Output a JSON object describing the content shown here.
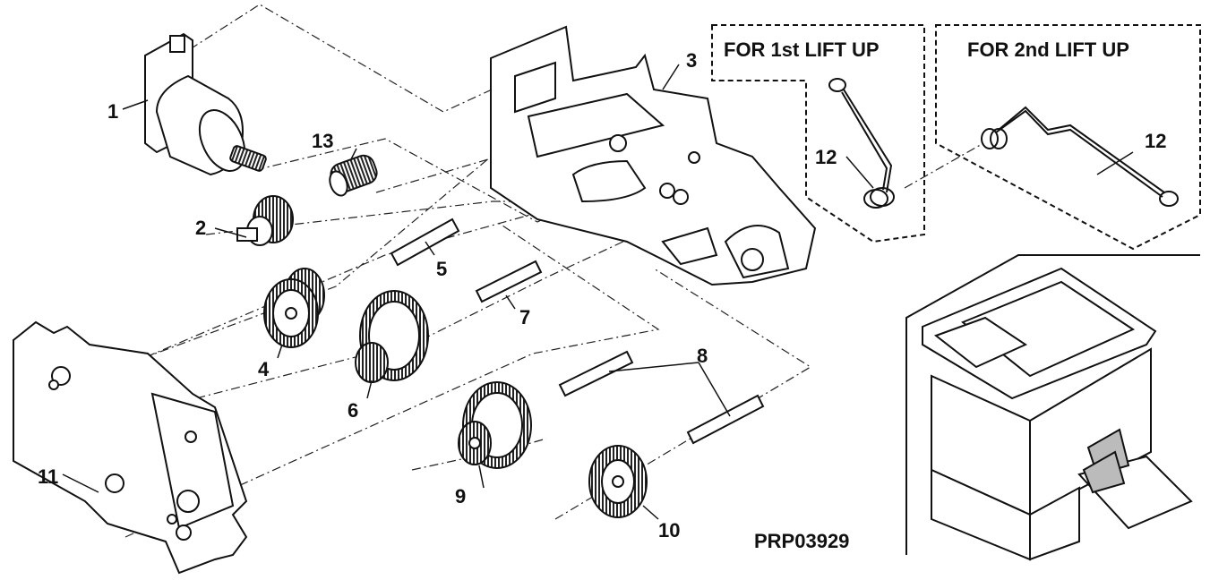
{
  "diagram": {
    "part_labels": [
      {
        "id": "1",
        "text": "1"
      },
      {
        "id": "2",
        "text": "2"
      },
      {
        "id": "3",
        "text": "3"
      },
      {
        "id": "4",
        "text": "4"
      },
      {
        "id": "5",
        "text": "5"
      },
      {
        "id": "6",
        "text": "6"
      },
      {
        "id": "7",
        "text": "7"
      },
      {
        "id": "8",
        "text": "8"
      },
      {
        "id": "9",
        "text": "9"
      },
      {
        "id": "10",
        "text": "10"
      },
      {
        "id": "11",
        "text": "11"
      },
      {
        "id": "12a",
        "text": "12"
      },
      {
        "id": "12b",
        "text": "12"
      },
      {
        "id": "13",
        "text": "13"
      }
    ],
    "inset_1": {
      "title": "FOR 1st LIFT UP"
    },
    "inset_2": {
      "title": "FOR 2nd LIFT UP"
    },
    "code": "PRP03929"
  }
}
